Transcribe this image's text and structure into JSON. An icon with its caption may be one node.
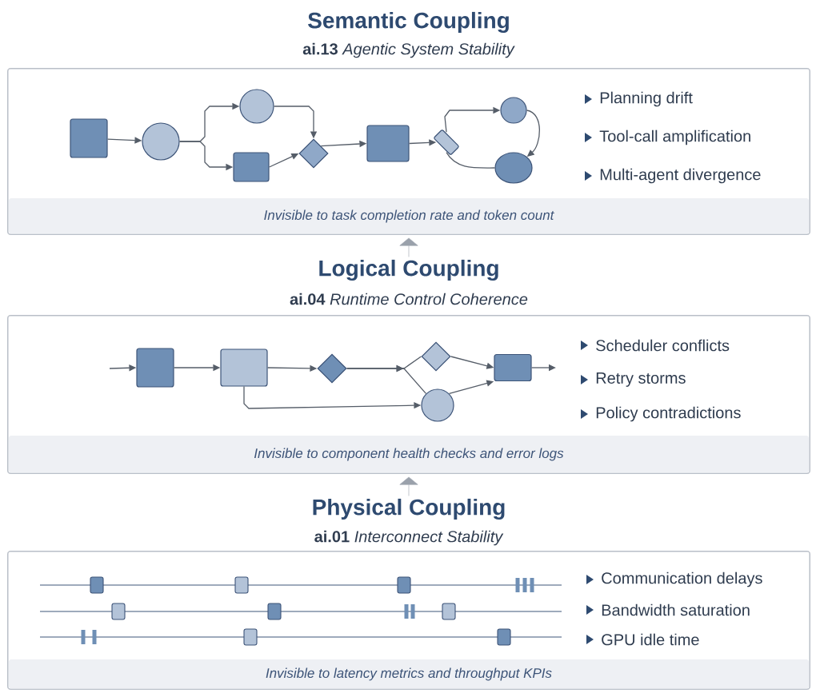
{
  "diagram": {
    "nodes": [
      {
        "text": [
          "Semantic Coupling",
          "**ai.13** *Agentic System Stability*",
          "Planning drift",
          "Tool-call amplification",
          "Multi-agent divergence",
          "Invisible to task completion rate and token count"
        ]
      },
      {
        "text": [],
        "shape": "box",
        "in": 0
      },
      {
        "text": [],
        "shape": "circle",
        "in": 0
      },
      {
        "text": [],
        "shape": "circle",
        "in": 0
      },
      {
        "text": [],
        "shape": "box",
        "in": 0
      },
      {
        "text": [],
        "shape": "diamond",
        "in": 0
      },
      {
        "text": [],
        "shape": "box",
        "in": 0
      },
      {
        "text": [],
        "shape": "box",
        "in": 0
      },
      {
        "text": [],
        "shape": "circle",
        "in": 0
      },
      {
        "text": [],
        "shape": "ellipse",
        "in": 0
      },
      {
        "text": [
          "Logical Coupling",
          "**ai.04** *Runtime Control Coherence*",
          "Scheduler conflicts",
          "Retry storms",
          "Policy contradictions",
          "Invisible to component health checks and error logs"
        ]
      },
      {
        "text": [],
        "shape": "box",
        "in": 10
      },
      {
        "text": [],
        "shape": "box",
        "in": 10
      },
      {
        "text": [],
        "shape": "diamond",
        "in": 10
      },
      {
        "text": [],
        "shape": "diamond",
        "in": 10
      },
      {
        "text": [],
        "shape": "circle",
        "in": 10
      },
      {
        "text": [],
        "shape": "box",
        "in": 10
      },
      {
        "text": [
          "Physical Coupling",
          "**ai.01** *Interconnect Stability*",
          "Communication delays",
          "Bandwidth saturation",
          "GPU idle time",
          "Invisible to latency metrics and throughput KPIs"
        ]
      }
    ],
    "edges": [
      {
        "from": 1,
        "to": 2,
        "arrow": "to"
      },
      {
        "from": 2,
        "to": 3,
        "arrow": "to"
      },
      {
        "from": 2,
        "to": 4,
        "arrow": "to"
      },
      {
        "from": 3,
        "to": 5,
        "arrow": "to"
      },
      {
        "from": 4,
        "to": 5,
        "arrow": "to"
      },
      {
        "from": 5,
        "to": 6,
        "arrow": "to"
      },
      {
        "from": 6,
        "to": 7,
        "arrow": "to"
      },
      {
        "from": 7,
        "to": 8,
        "arrow": "to"
      },
      {
        "from": 8,
        "to": 9,
        "arrow": "to"
      },
      {
        "from": 9,
        "to": 7,
        "arrow": "none"
      },
      {
        "from": 10,
        "to": 0,
        "arrow": "to"
      },
      {
        "from": null,
        "to": 11,
        "arrow": "to"
      },
      {
        "from": 11,
        "to": 12,
        "arrow": "to"
      },
      {
        "from": 12,
        "to": 13,
        "arrow": "to"
      },
      {
        "from": 13,
        "to": 14,
        "arrow": "to"
      },
      {
        "from": 13,
        "to": 15,
        "arrow": "to"
      },
      {
        "from": 12,
        "to": 15,
        "arrow": "to"
      },
      {
        "from": 14,
        "to": 16,
        "arrow": "to"
      },
      {
        "from": 15,
        "to": 16,
        "arrow": "to"
      },
      {
        "from": 16,
        "to": null,
        "arrow": "to"
      },
      {
        "from": 17,
        "to": 10,
        "arrow": "to"
      }
    ]
  }
}
